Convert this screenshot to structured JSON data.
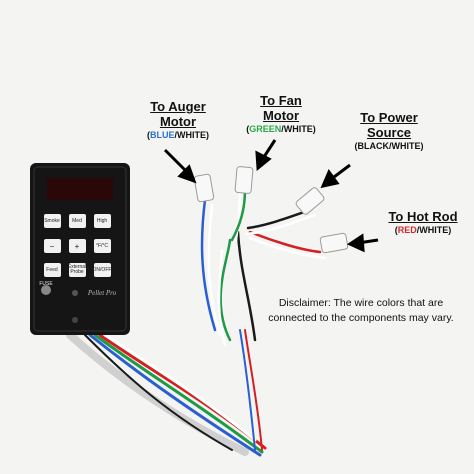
{
  "labels": {
    "auger": {
      "line1": "To Auger",
      "line2": "Motor",
      "paren_open": "(",
      "color1": "BLUE",
      "slash": "/",
      "color2": "WHITE",
      "paren_close": ")"
    },
    "fan": {
      "line1": "To Fan",
      "line2": "Motor",
      "paren_open": "(",
      "color1": "GREEN",
      "slash": "/",
      "color2": "WHITE",
      "paren_close": ")"
    },
    "power": {
      "line1": "To Power",
      "line2": "Source",
      "colors": "(BLACK/WHITE)"
    },
    "hotrod": {
      "line1": "To Hot Rod",
      "paren_open": "(",
      "color1": "RED",
      "slash": "/",
      "color2": "WHITE",
      "paren_close": ")"
    }
  },
  "disclaimer": "Disclaimer:  The wire colors that are connected to the components may vary.",
  "controller": {
    "brand": "Pellet Pro",
    "buttons": [
      "Smoke",
      "Med",
      "High",
      "−",
      "+",
      "°F/°C",
      "Feed",
      "External Probe",
      "ON/OFF"
    ],
    "fuse": "FUSE"
  },
  "colors": {
    "wire_blue": "#2a5fd0",
    "wire_green": "#1f9a45",
    "wire_red": "#d42020",
    "wire_black": "#1a1a1a",
    "wire_white": "#ffffff",
    "controller_body": "#151515"
  }
}
